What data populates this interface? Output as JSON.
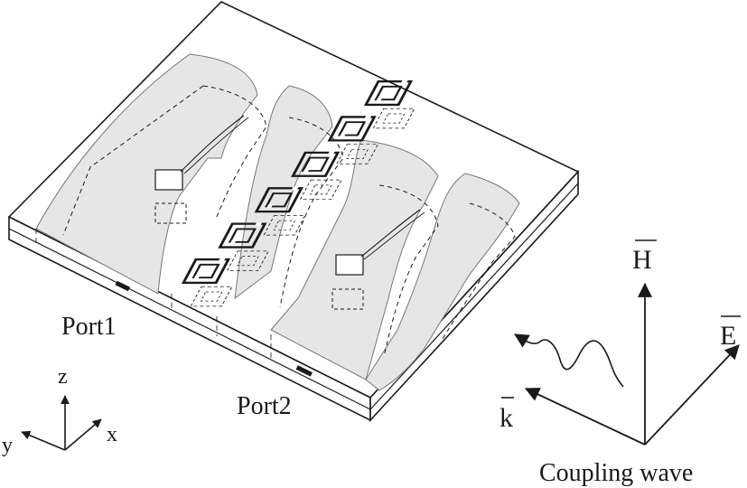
{
  "labels": {
    "port1": "Port1",
    "port2": "Port2",
    "axis_z": "z",
    "axis_y": "y",
    "axis_x": "x",
    "field_h": "H",
    "field_e": "E",
    "field_k": "k",
    "coupling_wave": "Coupling wave"
  },
  "colors": {
    "stroke": "#1a1a1a",
    "patch_fill": "#e6e6e6",
    "substrate_fill": "#ffffff"
  },
  "resonator_count": 6
}
